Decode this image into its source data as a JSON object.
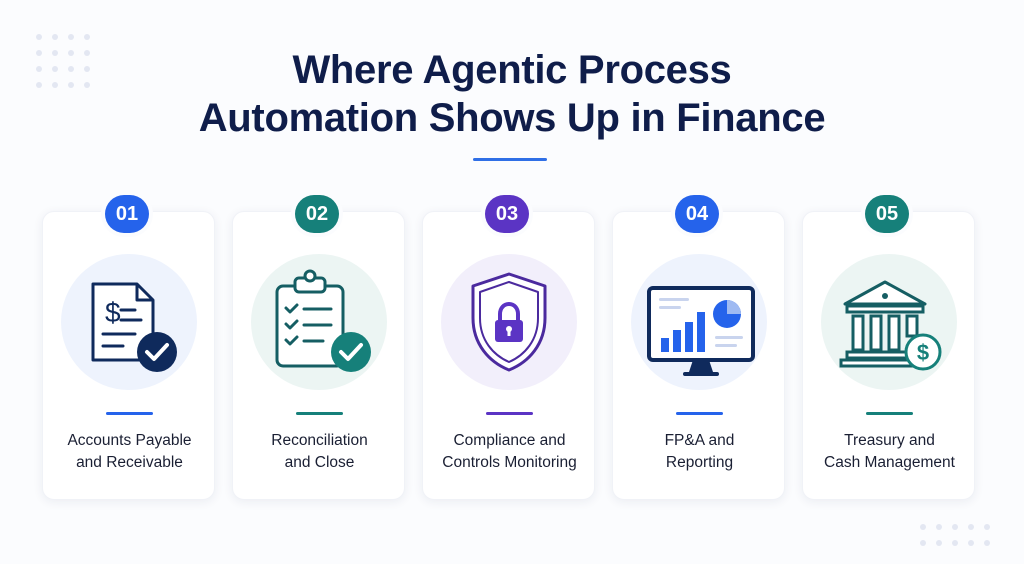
{
  "title": {
    "line1": "Where Agentic Process",
    "line2": "Automation Shows Up in Finance"
  },
  "cards": [
    {
      "number": "01",
      "line1": "Accounts Payable",
      "line2": "and Receivable",
      "icon": "invoice-check-icon",
      "color": "#2563eb",
      "halo": "#eef3fd"
    },
    {
      "number": "02",
      "line1": "Reconciliation",
      "line2": "and Close",
      "icon": "clipboard-check-icon",
      "color": "#16807a",
      "halo": "#ecf5f3"
    },
    {
      "number": "03",
      "line1": "Compliance and",
      "line2": "Controls Monitoring",
      "icon": "shield-lock-icon",
      "color": "#5b34c4",
      "halo": "#f2effb"
    },
    {
      "number": "04",
      "line1": "FP&A and",
      "line2": "Reporting",
      "icon": "monitor-chart-icon",
      "color": "#2563eb",
      "halo": "#eef3fd"
    },
    {
      "number": "05",
      "line1": "Treasury and",
      "line2": "Cash Management",
      "icon": "bank-dollar-icon",
      "color": "#16807a",
      "halo": "#ecf5f3"
    }
  ]
}
